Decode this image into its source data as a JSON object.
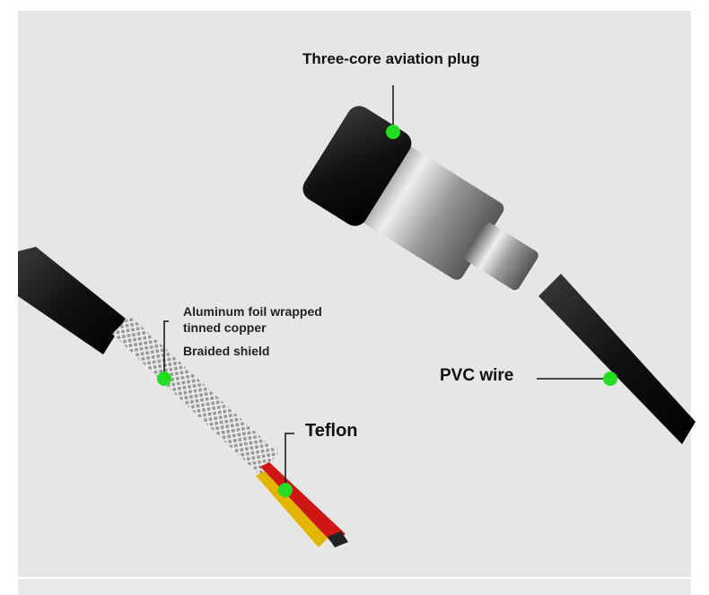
{
  "labels": {
    "plug": "Three-core aviation plug",
    "foil_line1": "Aluminum foil wrapped",
    "foil_line2": "tinned copper",
    "braid": "Braided shield",
    "teflon": "Teflon",
    "pvc": "PVC wire"
  },
  "colors": {
    "marker": "#22dd22",
    "panel": "#e6e6e6"
  }
}
